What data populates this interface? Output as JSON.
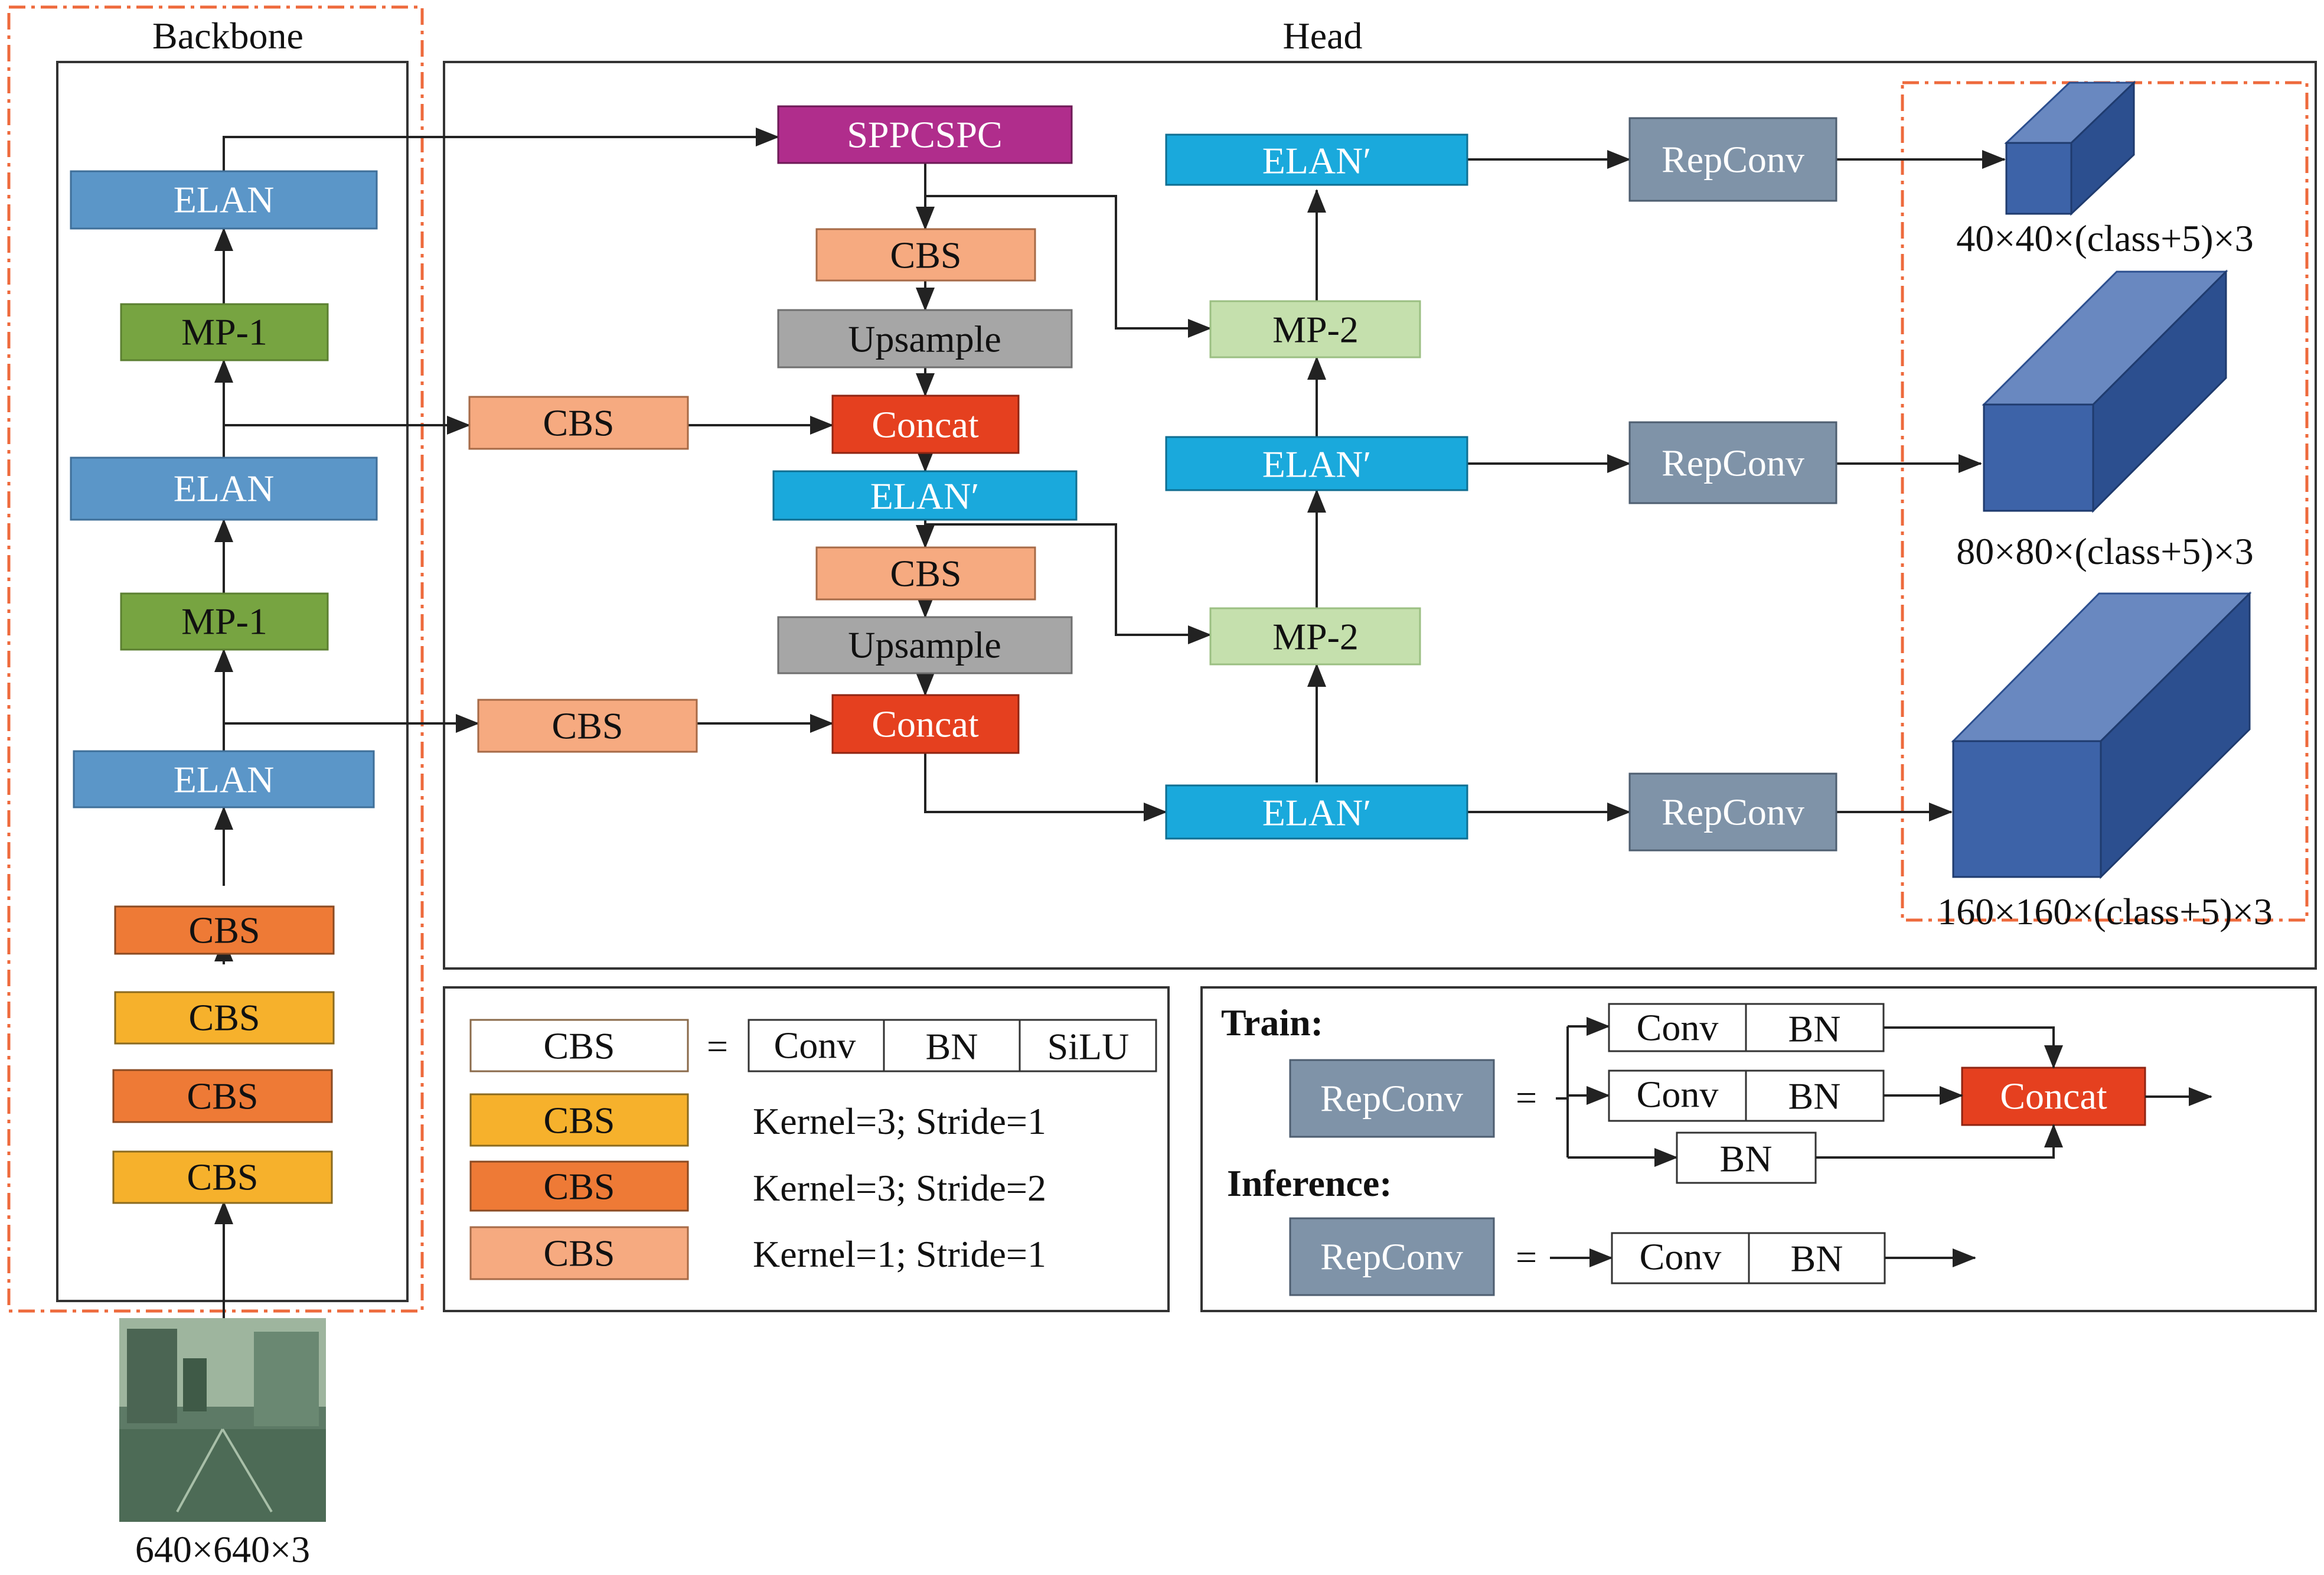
{
  "sections": {
    "backbone_title": "Backbone",
    "head_title": "Head"
  },
  "backbone": {
    "input_label": "640×640×3",
    "elan_top": "ELAN",
    "mp1_top": "MP-1",
    "elan_mid": "ELAN",
    "mp1_bottom": "MP-1",
    "elan_bottom": "ELAN",
    "cbs_1": "CBS",
    "cbs_2": "CBS",
    "cbs_3": "CBS",
    "cbs_4": "CBS"
  },
  "head": {
    "sppcspc": "SPPCSPC",
    "cbs_after_spp": "CBS",
    "upsample_1": "Upsample",
    "concat_1": "Concat",
    "cbs_side_1": "CBS",
    "elan_prime_center": "ELAN′",
    "cbs_mid": "CBS",
    "upsample_2": "Upsample",
    "concat_2": "Concat",
    "cbs_side_2": "CBS",
    "elan_prime_top": "ELAN′",
    "mp2_top": "MP-2",
    "elan_prime_mid": "ELAN′",
    "mp2_bottom": "MP-2",
    "elan_prime_bottom": "ELAN′",
    "repconv_top": "RepConv",
    "repconv_mid": "RepConv",
    "repconv_bottom": "RepConv",
    "output_small": "40×40×(class+5)×3",
    "output_medium": "80×80×(class+5)×3",
    "output_large": "160×160×(class+5)×3"
  },
  "legend_cbs": {
    "cbs_label": "CBS",
    "equals": "=",
    "conv": "Conv",
    "bn": "BN",
    "silu": "SiLU",
    "yellow_label": "CBS",
    "yellow_desc": "Kernel=3; Stride=1",
    "orange_label": "CBS",
    "orange_desc": "Kernel=3; Stride=2",
    "peach_label": "CBS",
    "peach_desc": "Kernel=1; Stride=1"
  },
  "legend_repconv": {
    "train_label": "Train:",
    "inference_label": "Inference:",
    "repconv_train": "RepConv",
    "repconv_inference": "RepConv",
    "equals_train": "=",
    "equals_inference": "=",
    "branch1_conv": "Conv",
    "branch1_bn": "BN",
    "branch2_conv": "Conv",
    "branch2_bn": "BN",
    "branch3_bn": "BN",
    "concat": "Concat",
    "inference_conv": "Conv",
    "inference_bn": "BN"
  },
  "colors": {
    "elan": "#5b96c8",
    "mp1": "#77a441",
    "cbs_orange": "#ee7a36",
    "cbs_yellow": "#f6b12c",
    "cbs_peach": "#f6aa80",
    "sppcspc": "#b02d8c",
    "upsample": "#a6a6a6",
    "concat": "#e5401f",
    "elan_prime": "#1aa9dc",
    "mp2": "#c5e0ad",
    "repconv": "#7f93a8",
    "cube_front": "#3d63a8",
    "cube_top": "#6988c0",
    "cube_side": "#2c4f8f",
    "dashed_border": "#ee6a3c"
  }
}
